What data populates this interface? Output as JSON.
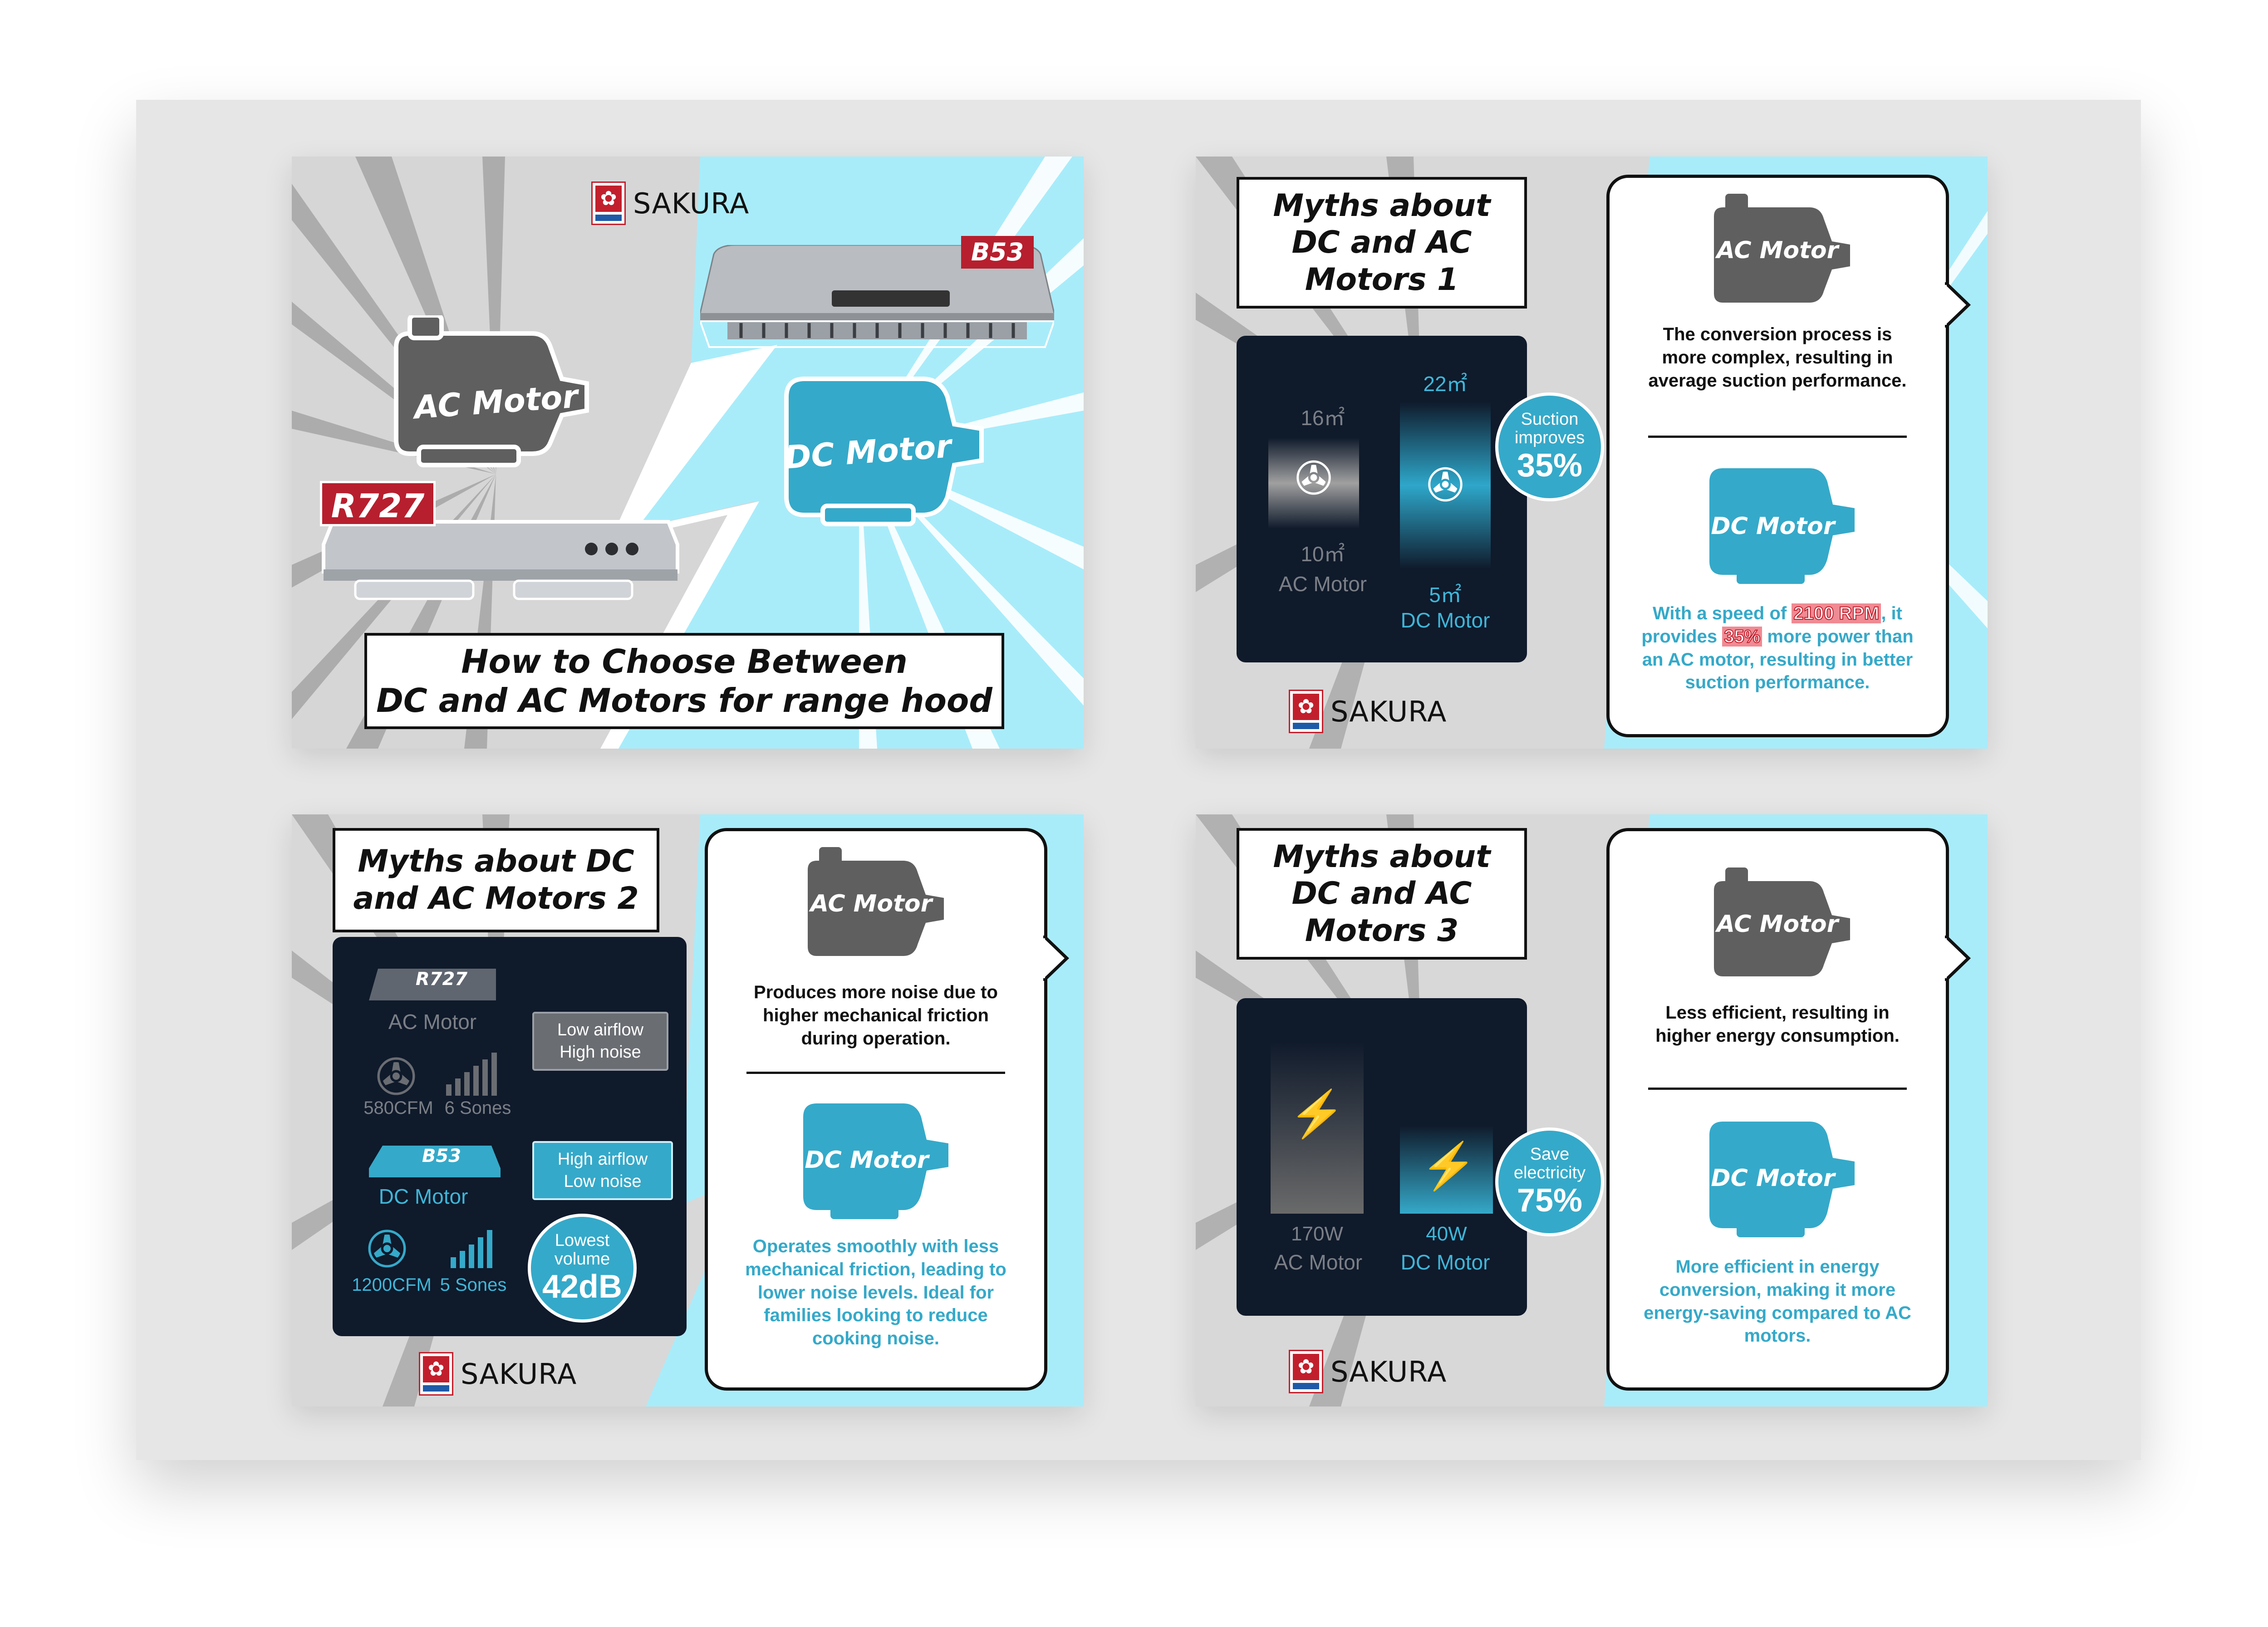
{
  "brand": "SAKURA",
  "panel1": {
    "title_line1": "How to Choose Between",
    "title_line2": "DC and AC Motors for range hood",
    "ac_label": "AC Motor",
    "dc_label": "DC Motor",
    "tag_r727": "R727",
    "tag_b53": "B53"
  },
  "panel2": {
    "title": "Myths about DC and AC Motors 1",
    "ac_top": "16㎡",
    "ac_bottom": "10㎡",
    "ac_name": "AC Motor",
    "dc_top": "22㎡",
    "dc_bottom": "5㎡",
    "dc_name": "DC Motor",
    "badge_line1": "Suction",
    "badge_line2": "improves",
    "badge_value": "35%",
    "ac_heading": "AC Motor",
    "ac_text": "The conversion process is more complex, resulting in average suction performance.",
    "dc_heading": "DC Motor",
    "dc_text_pre": "With a speed of",
    "dc_highlight1": "2100 RPM",
    "dc_text_mid": ", it provides",
    "dc_highlight2": "35%",
    "dc_text_post": "more power than an AC motor, resulting in better suction performance."
  },
  "panel3": {
    "title": "Myths about DC and AC Motors 2",
    "r727_tag": "R727",
    "ac_name": "AC Motor",
    "ac_box_line1": "Low airflow",
    "ac_box_line2": "High noise",
    "ac_cfm": "580CFM",
    "ac_sones": "6 Sones",
    "b53_tag": "B53",
    "dc_name": "DC Motor",
    "dc_box_line1": "High airflow",
    "dc_box_line2": "Low noise",
    "dc_cfm": "1200CFM",
    "dc_sones": "5 Sones",
    "badge_line1": "Lowest",
    "badge_line2": "volume",
    "badge_value": "42dB",
    "ac_heading": "AC Motor",
    "ac_text": "Produces more noise due to higher mechanical friction during operation.",
    "dc_heading": "DC Motor",
    "dc_text": "Operates smoothly with less mechanical friction, leading to lower noise levels. Ideal for families looking to reduce cooking noise."
  },
  "panel4": {
    "title": "Myths about DC and AC Motors 3",
    "ac_value": "170W",
    "ac_name": "AC Motor",
    "dc_value": "40W",
    "dc_name": "DC Motor",
    "badge_line1": "Save",
    "badge_line2": "electricity",
    "badge_value": "75%",
    "ac_heading": "AC Motor",
    "ac_text": "Less efficient, resulting in higher energy consumption.",
    "dc_heading": "DC Motor",
    "dc_text": "More efficient in energy conversion, making it more energy-saving compared to AC motors."
  },
  "colors": {
    "accent_blue": "#35a9c9",
    "light_blue": "#8fe3f5",
    "brand_red": "#b71f2e",
    "dark_card": "#0f1a2b",
    "motor_grey": "#5f5f5f"
  }
}
